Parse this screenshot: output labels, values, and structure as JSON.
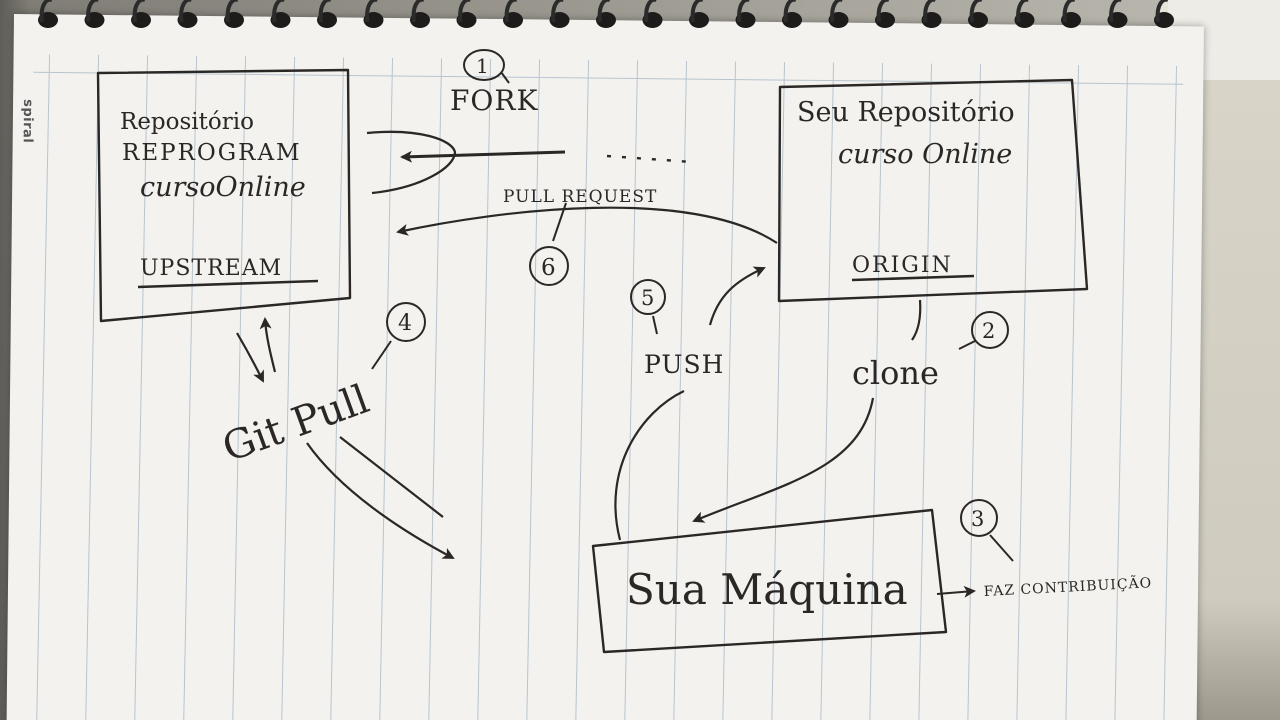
{
  "brand": "spiral",
  "boxes": {
    "upstream": {
      "lines": [
        "Repositório",
        "REPROGRAM",
        "cursoOnline"
      ],
      "label": "UPSTREAM"
    },
    "origin": {
      "lines": [
        "Seu Repositório",
        "curso Online"
      ],
      "label": "ORIGIN"
    },
    "machine": {
      "label": "Sua Máquina"
    }
  },
  "steps": {
    "fork": {
      "number": "1",
      "label": "FORK"
    },
    "clone": {
      "number": "2",
      "label": "clone"
    },
    "contribution": {
      "number": "3",
      "label": "FAZ CONTRIBUIÇÃO"
    },
    "git_pull": {
      "number": "4",
      "label": "Git Pull"
    },
    "push": {
      "number": "5",
      "label": "PUSH"
    },
    "pull_request": {
      "number": "6",
      "label": "PULL REQUEST"
    }
  },
  "colors": {
    "ink": "#2a2725",
    "paper": "#f3f2ef",
    "rule": "#b8c4cf"
  }
}
